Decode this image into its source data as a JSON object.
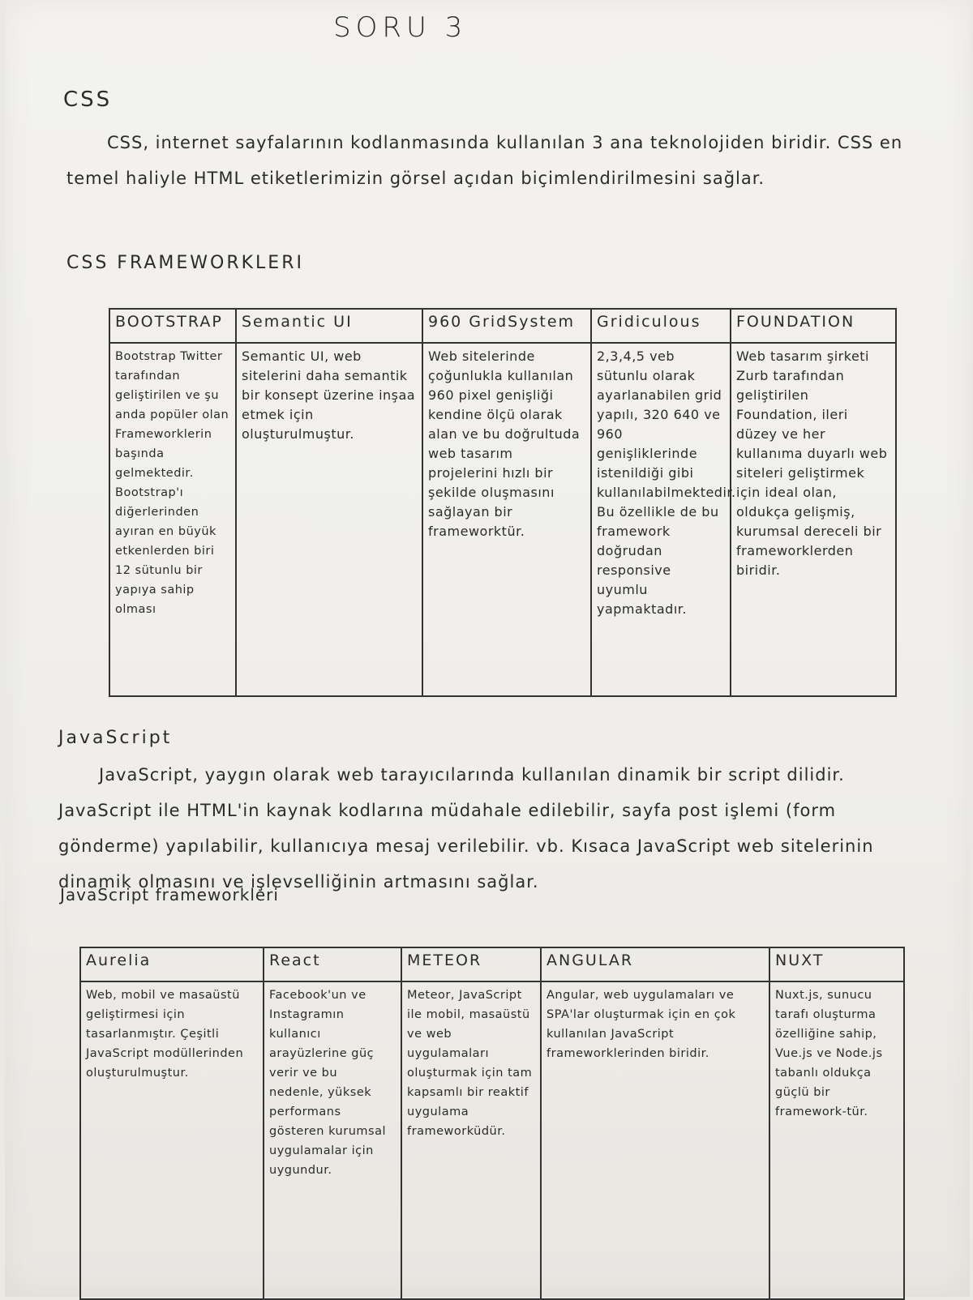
{
  "title": "SORU 3",
  "css_section": {
    "heading": "CSS",
    "paragraph": "CSS, internet sayfalarının kodlanmasında kullanılan 3 ana teknolojiden biridir. CSS en temel haliyle HTML etiketlerimizin görsel açıdan biçimlendirilmesini sağlar.",
    "frameworks_heading": "CSS FRAMEWORKLERI",
    "columns": [
      "BOOTSTRAP",
      "Semantic UI",
      "960 GridSystem",
      "Gridiculous",
      "FOUNDATION"
    ],
    "cells": [
      "Bootstrap Twitter tarafından geliştirilen ve şu anda popüler olan Frameworklerin başında gelmektedir. Bootstrap'ı diğerlerinden ayıran en büyük etkenlerden biri 12 sütunlu bir yapıya sahip olması",
      "Semantic UI, web sitelerini daha semantik bir konsept üzerine inşaa etmek için oluşturulmuştur.",
      "Web sitelerinde çoğunlukla kullanılan 960 pixel genişliği kendine ölçü olarak alan ve bu doğrultuda web tasarım projelerini hızlı bir şekilde oluşmasını sağlayan bir frameworktür.",
      "2,3,4,5 veb sütunlu olarak ayarlanabilen grid yapılı, 320 640 ve 960 genişliklerinde istenildiği gibi kullanılabilmektedir. Bu özellikle de bu framework doğrudan responsive uyumlu yapmaktadır.",
      "Web tasarım şirketi Zurb tarafından geliştirilen Foundation, ileri düzey ve her kullanıma duyarlı web siteleri geliştirmek için ideal olan, oldukça gelişmiş, kurumsal dereceli bir frameworklerden biridir."
    ]
  },
  "js_section": {
    "heading": "JavaScript",
    "paragraph": "JavaScript, yaygın olarak web tarayıcılarında kullanılan dinamik bir script dilidir. JavaScript ile HTML'in kaynak kodlarına müdahale edilebilir, sayfa post işlemi (form gönderme) yapılabilir, kullanıcıya mesaj verilebilir. vb. Kısaca JavaScript web sitelerinin dinamik olmasını ve işlevselliğinin artmasını sağlar.",
    "frameworks_heading": "JavaScript frameworkleri",
    "columns": [
      "Aurelia",
      "React",
      "METEOR",
      "ANGULAR",
      "NUXT"
    ],
    "cells": [
      "Web, mobil ve masaüstü geliştirmesi için tasarlanmıştır. Çeşitli JavaScript modüllerinden oluşturulmuştur.",
      "Facebook'un ve Instagramın kullanıcı arayüzlerine güç verir ve bu nedenle, yüksek performans gösteren kurumsal uygulamalar için uygundur.",
      "Meteor, JavaScript ile mobil, masaüstü ve web uygulamaları oluşturmak için tam kapsamlı bir reaktif uygulama frameworküdür.",
      "Angular, web uygulamaları ve SPA'lar oluşturmak için en çok kullanılan JavaScript frameworklerinden biridir.",
      "Nuxt.js, sunucu tarafı oluşturma özelliğine sahip, Vue.js ve Node.js tabanlı oldukça güçlü bir framework-tür."
    ]
  }
}
